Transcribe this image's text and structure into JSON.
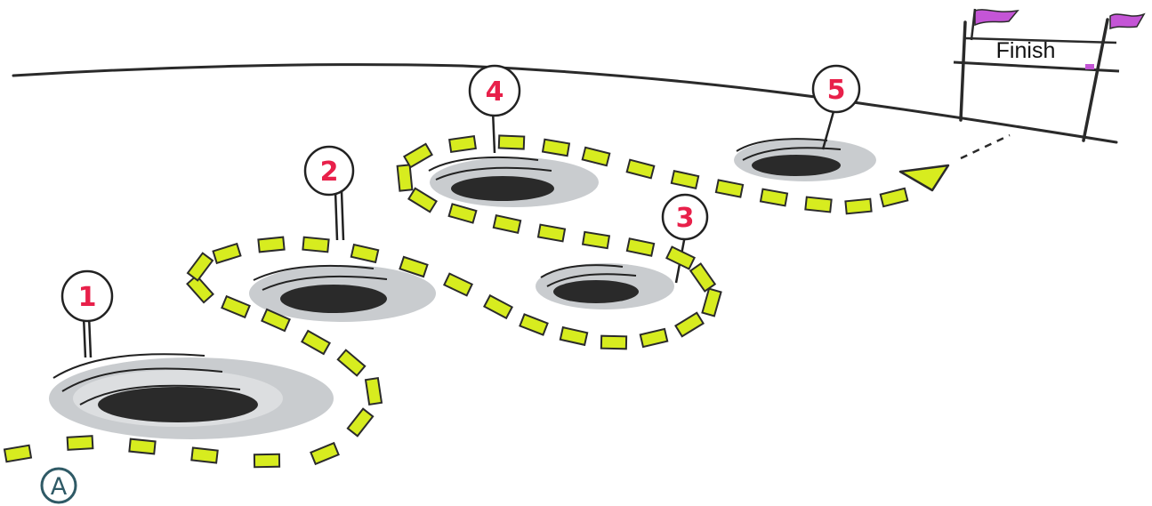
{
  "finish_label": "Finish",
  "start_marker": "A",
  "holes": [
    {
      "label": "1"
    },
    {
      "label": "2"
    },
    {
      "label": "3"
    },
    {
      "label": "4"
    },
    {
      "label": "5"
    }
  ],
  "colors": {
    "path_fill": "#d7ec1f",
    "path_stroke": "#2b2b2b",
    "pin_number": "#e8204a",
    "flag": "#c455d6",
    "ink": "#222222",
    "hole_shadow": "#bfc3c6"
  }
}
